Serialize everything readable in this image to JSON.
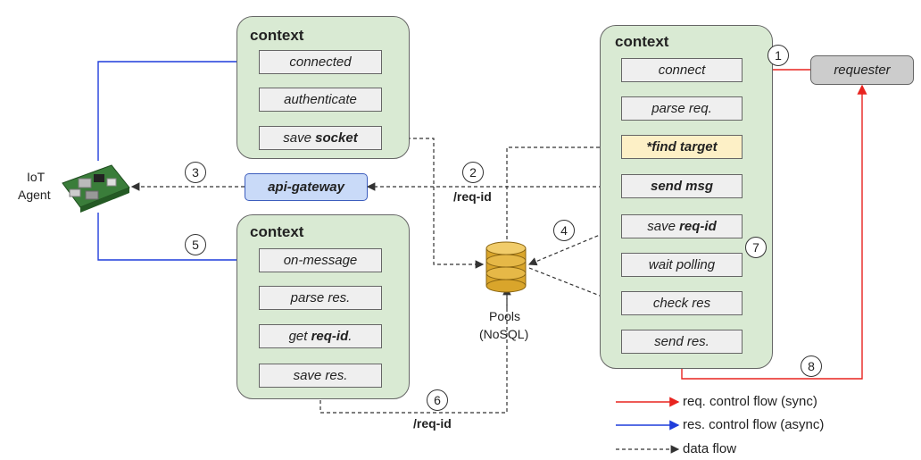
{
  "context_title": "context",
  "top_context": {
    "steps": [
      "connected",
      "authenticate"
    ],
    "save_prefix": "save ",
    "save_bold": "socket"
  },
  "bottom_context": {
    "step1": "on-message",
    "step2": "parse res.",
    "get_prefix": "get ",
    "get_bold": "req-id",
    "get_suffix": ".",
    "step4": "save res."
  },
  "right_context": {
    "connect": "connect",
    "parse": "parse req.",
    "find_prefix": "*find ",
    "find_bold": "target",
    "send_msg": "send msg",
    "save_prefix": "save ",
    "save_bold": "req-id",
    "wait": "wait polling",
    "check": "check res",
    "send_res": "send res."
  },
  "api_gateway": "api-gateway",
  "requester": "requester",
  "iot_agent": {
    "line1": "IoT",
    "line2": "Agent"
  },
  "pools": {
    "line1": "Pools",
    "line2": "(NoSQL)"
  },
  "req_id_label": "/req-id",
  "step_numbers": [
    "1",
    "2",
    "3",
    "4",
    "5",
    "6",
    "7",
    "8"
  ],
  "legend": {
    "sync": "req. control flow (sync)",
    "async": "res. control flow (async)",
    "data": "data flow"
  },
  "colors": {
    "sync": "#e8231f",
    "async": "#1f3ddb",
    "data": "#333333",
    "context_fill": "#d9ead3",
    "gateway_fill": "#c9daf8",
    "requester_fill": "#cccccc",
    "highlight_fill": "#fdf0c6"
  }
}
